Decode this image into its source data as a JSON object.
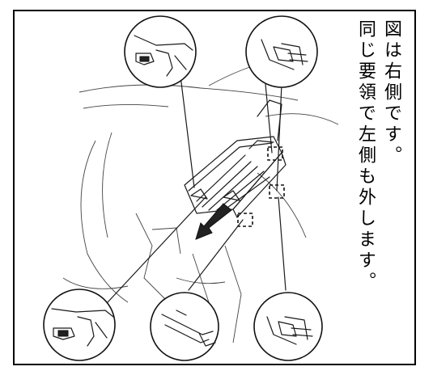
{
  "captions": {
    "line1": "図は右側です。",
    "line2": "同じ要領で左側も外します。"
  },
  "colors": {
    "ink": "#000000",
    "background": "#ffffff"
  },
  "illustration": {
    "callouts": [
      "clip-detail-top-left",
      "clip-detail-top-right",
      "clip-detail-bottom-left",
      "clip-detail-bottom-center",
      "clip-detail-bottom-right"
    ],
    "arrow": "removal-direction-arrow"
  }
}
